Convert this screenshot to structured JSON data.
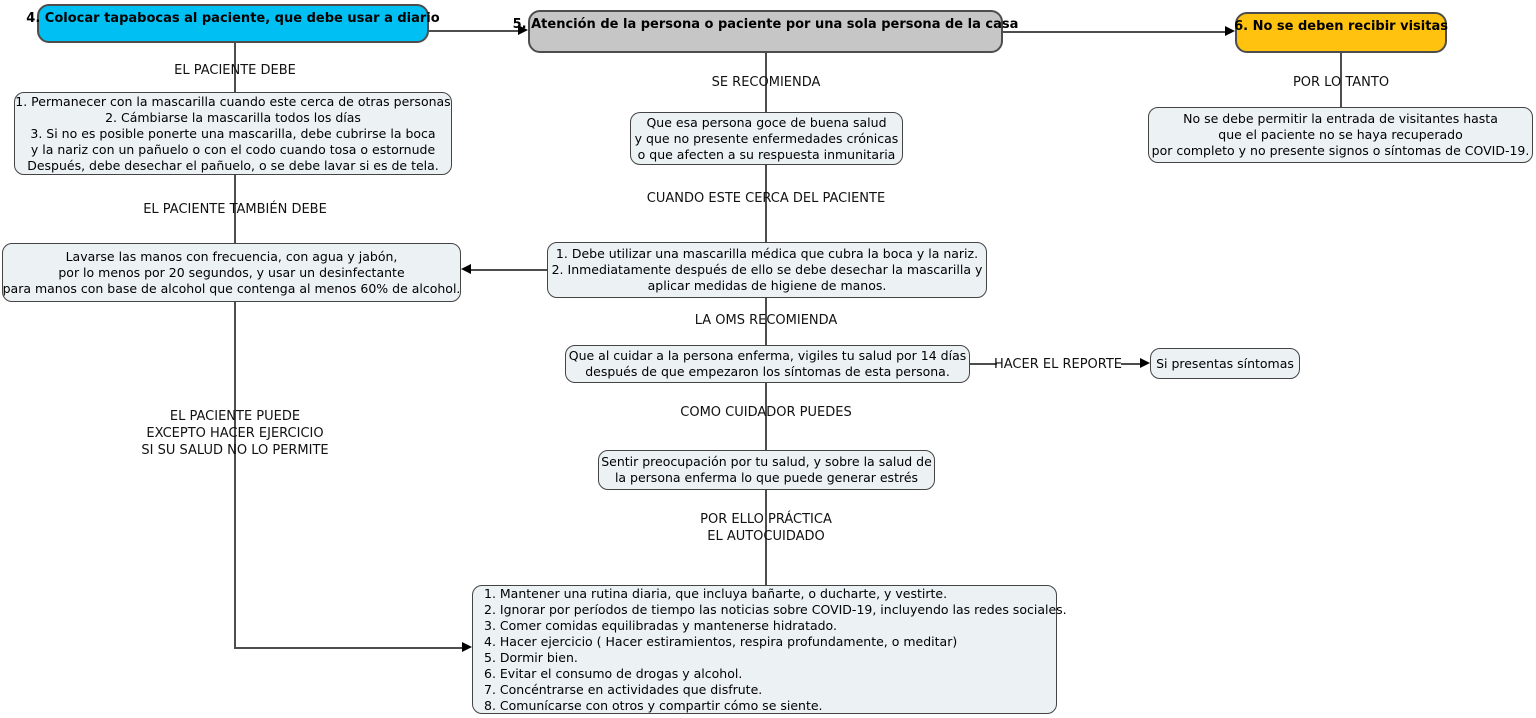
{
  "colors": {
    "step4_fill": "#00bff3",
    "step5_fill": "#c6c6c6",
    "step6_fill": "#ffc20e",
    "info_fill": "#ecf1f4",
    "line": "#4d4d4d"
  },
  "steps": {
    "step4": "4. Colocar tapabocas al paciente, que debe usar a diario",
    "step5": "5. Atención de la persona o paciente por una sola persona de la casa",
    "step6": "6. No se deben recibir visitas"
  },
  "labels": {
    "el_paciente_debe": "EL PACIENTE DEBE",
    "se_recomienda": "SE RECOMIENDA",
    "por_lo_tanto": "POR LO TANTO",
    "el_paciente_tambien_debe": "EL PACIENTE TAMBIÉN DEBE",
    "cuando_este_cerca": "CUANDO ESTE CERCA DEL PACIENTE",
    "la_oms_recomienda": "LA OMS RECOMIENDA",
    "hacer_el_reporte": "HACER EL REPORTE",
    "como_cuidador_puedes": "COMO CUIDADOR PUEDES",
    "el_paciente_puede_1": "EL PACIENTE PUEDE",
    "el_paciente_puede_2": "EXCEPTO HACER EJERCICIO",
    "el_paciente_puede_3": "SI SU SALUD NO LO PERMITE",
    "por_ello_1": "POR ELLO PRÁCTICA",
    "por_ello_2": "EL AUTOCUIDADO"
  },
  "boxes": {
    "patient_must": {
      "lines": [
        "1. Permanecer con la mascarilla cuando este cerca de otras personas",
        "2. Cámbiarse la mascarilla todos los días",
        "3. Si no es posible ponerte una mascarilla, debe cubrirse la boca",
        "y la nariz con un pañuelo o con el codo cuando tosa o estornude",
        "Después, debe desechar el pañuelo, o  se debe lavar si es de tela."
      ]
    },
    "caregiver_health": {
      "lines": [
        "Que esa persona goce de buena salud",
        "y que no presente enfermedades crónicas",
        "o que afecten a su respuesta inmunitaria"
      ]
    },
    "no_visitors": {
      "lines": [
        "No se debe permitir la entrada de visitantes hasta",
        "que el paciente no se haya recuperado",
        "por completo y no presente signos o síntomas de COVID-19."
      ]
    },
    "near_patient": {
      "lines": [
        "1. Debe utilizar una mascarilla médica que cubra la boca y la nariz.",
        "2.  Inmediatamente después de ello se debe desechar la mascarilla y",
        "aplicar medidas de higiene de manos."
      ]
    },
    "wash_hands": {
      "lines": [
        "Lavarse las manos con frecuencia, con agua y jabón,",
        "por lo menos por 20 segundos, y usar un desinfectante",
        "para manos con base de alcohol que contenga al menos 60% de alcohol."
      ]
    },
    "watch_health": {
      "lines": [
        "Que al cuidar a la persona enferma, vigiles tu salud por 14 días",
        "después de que empezaron los síntomas de esta persona."
      ]
    },
    "symptoms": {
      "lines": [
        "Si presentas síntomas"
      ]
    },
    "worry": {
      "lines": [
        "Sentir preocupación por tu salud, y sobre la salud de",
        "la persona enferma lo que puede generar estrés"
      ]
    },
    "selfcare": {
      "lines": [
        "1. Mantener una rutina diaria, que incluya bañarte, o ducharte, y vestirte.",
        "2. Ignorar por períodos de tiempo las noticias sobre COVID-19, incluyendo las redes sociales.",
        "3. Comer comidas equilibradas y mantenerse hidratado.",
        "4. Hacer ejercicio ( Hacer estiramientos, respira profundamente, o meditar)",
        "5. Dormir bien.",
        "6. Evitar el consumo de drogas y alcohol.",
        "7. Concéntrarse en actividades que disfrute.",
        "8. Comunícarse con otros y compartir cómo se siente."
      ]
    }
  }
}
